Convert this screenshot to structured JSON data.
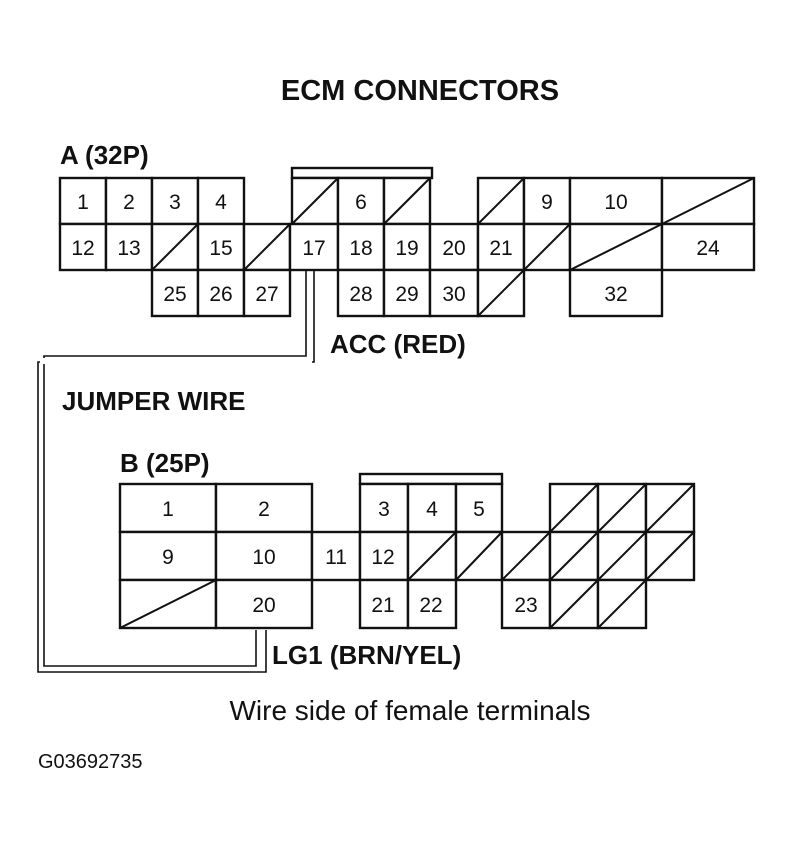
{
  "title": "ECM CONNECTORS",
  "connector_a": {
    "label": "A (32P)",
    "terminals": [
      "1",
      "2",
      "3",
      "4",
      "6",
      "9",
      "10",
      "12",
      "13",
      "15",
      "17",
      "18",
      "19",
      "20",
      "21",
      "24",
      "25",
      "26",
      "27",
      "28",
      "29",
      "30",
      "32"
    ]
  },
  "connector_b": {
    "label": "B (25P)",
    "terminals": [
      "1",
      "2",
      "3",
      "4",
      "5",
      "9",
      "10",
      "11",
      "12",
      "20",
      "21",
      "22",
      "23"
    ]
  },
  "labels": {
    "acc": "ACC (RED)",
    "jumper": "JUMPER WIRE",
    "lg1": "LG1 (BRN/YEL)",
    "caption": "Wire side of female terminals",
    "figure_id": "G03692735"
  }
}
